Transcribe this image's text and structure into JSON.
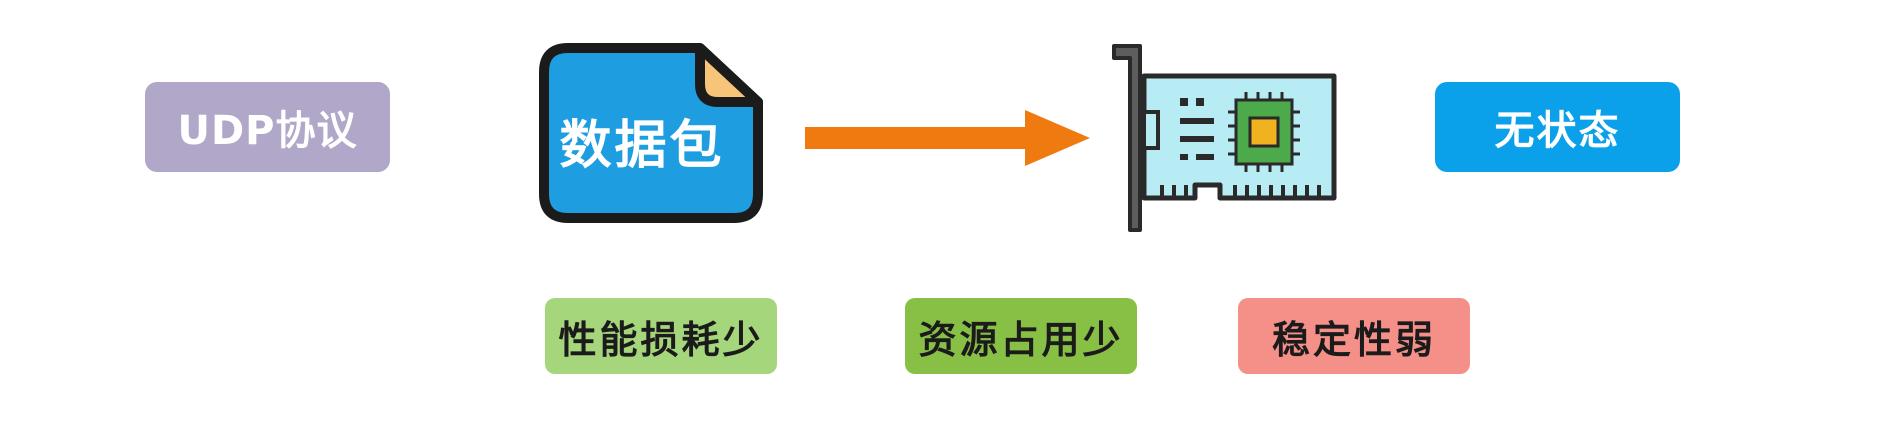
{
  "labels": {
    "protocol": "UDP协议",
    "packet": "数据包",
    "state": "无状态",
    "tags": {
      "performance": "性能损耗少",
      "resources": "资源占用少",
      "stability": "稳定性弱"
    }
  },
  "colors": {
    "protocol_bg": "#b1a7c8",
    "state_bg": "#0aa1ea",
    "packet_fill": "#1e9ee0",
    "packet_corner": "#f6c57a",
    "arrow": "#ef7a0f",
    "nic_board": "#b8ecf4",
    "nic_chip_outer": "#4caa4a",
    "nic_chip_inner": "#f0b21f",
    "tag_performance_bg": "#a6d67c",
    "tag_resources_bg": "#88c046",
    "tag_stability_bg": "#f59088",
    "label_white": "#ffffff",
    "label_dark": "#1b1b1b",
    "outline": "#2a2a2a"
  },
  "icons": {
    "packet": "document-icon",
    "arrow": "arrow-right-icon",
    "nic": "network-card-icon"
  }
}
